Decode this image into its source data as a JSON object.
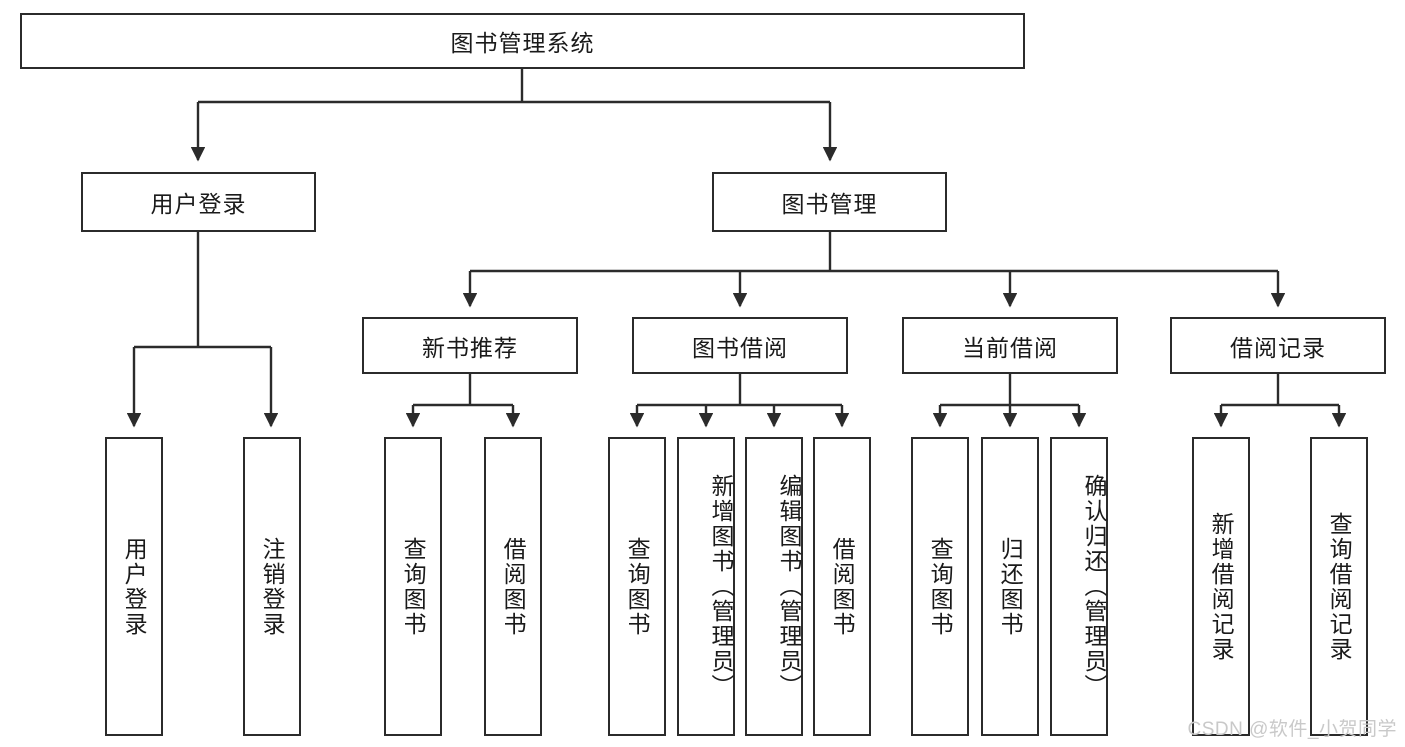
{
  "diagram": {
    "title": "图书管理系统",
    "root": {
      "label": "图书管理系统"
    },
    "level2": [
      {
        "label": "用户登录"
      },
      {
        "label": "图书管理"
      }
    ],
    "level3": [
      {
        "label": "新书推荐"
      },
      {
        "label": "图书借阅"
      },
      {
        "label": "当前借阅"
      },
      {
        "label": "借阅记录"
      }
    ],
    "leaves": {
      "user_login": [
        {
          "label": "用户登录"
        },
        {
          "label": "注销登录"
        }
      ],
      "new_book_recommend": [
        {
          "label": "查询图书"
        },
        {
          "label": "借阅图书"
        }
      ],
      "book_borrow": [
        {
          "label": "查询图书"
        },
        {
          "label": "新增图书（管理员）"
        },
        {
          "label": "编辑图书（管理员）"
        },
        {
          "label": "借阅图书"
        }
      ],
      "current_borrow": [
        {
          "label": "查询图书"
        },
        {
          "label": "归还图书"
        },
        {
          "label": "确认归还（管理员）"
        }
      ],
      "borrow_record": [
        {
          "label": "新增借阅记录"
        },
        {
          "label": "查询借阅记录"
        }
      ]
    },
    "watermark": "CSDN @软件_小贺同学",
    "colors": {
      "stroke": "#2b2b2b",
      "fill": "#ffffff",
      "text": "#1a1a1a",
      "watermark": "#c9c9c9"
    }
  }
}
